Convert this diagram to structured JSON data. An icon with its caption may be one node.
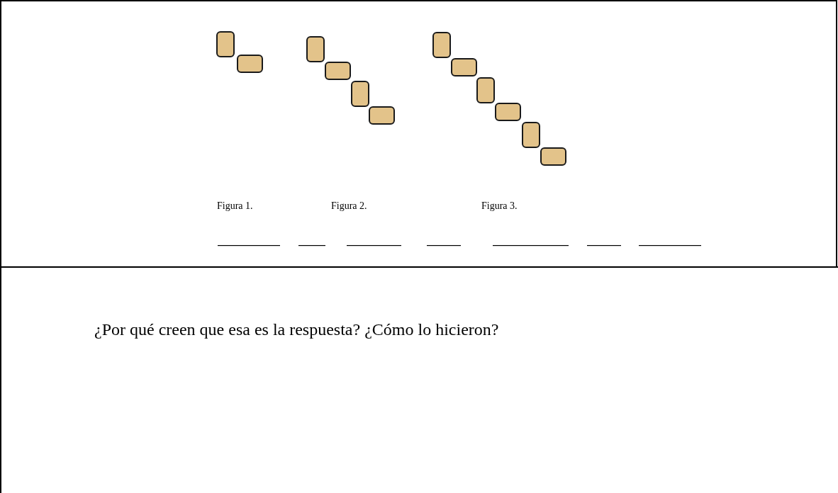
{
  "diagram": {
    "labels": [
      "Figura 1.",
      "Figura 2.",
      "Figura 3.",
      "¿Por qué creen que esa es la respuesta? ¿Cómo lo hicieron?"
    ]
  }
}
